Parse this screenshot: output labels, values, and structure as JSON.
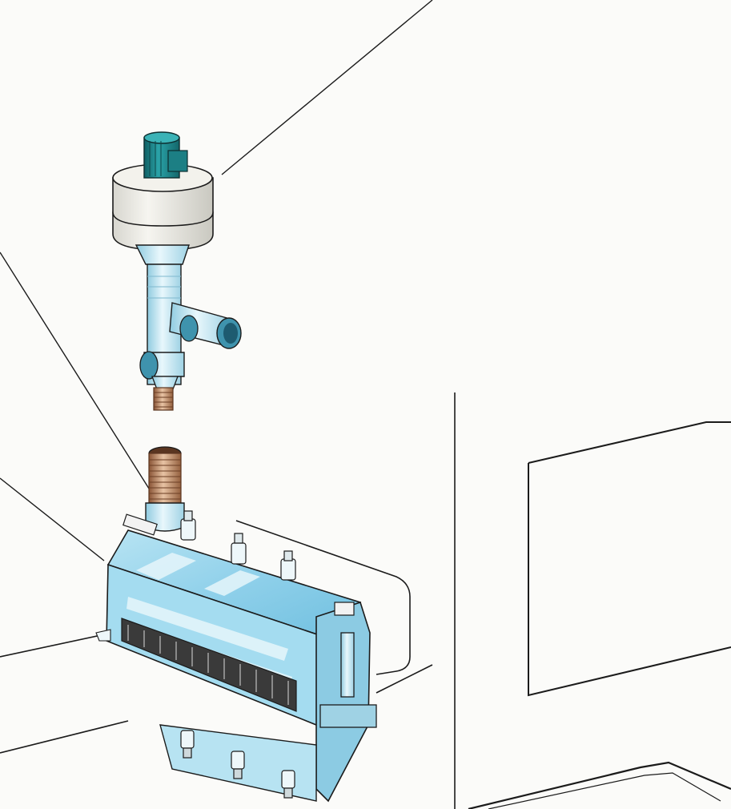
{
  "figure": {
    "parts": [
      {
        "id": "extraction-fan",
        "icon": "fan-motor-icon"
      },
      {
        "id": "flexible-hose",
        "icon": "hose-icon"
      },
      {
        "id": "suction-hood",
        "icon": "hood-icon"
      }
    ],
    "leader_lines": [
      {
        "id": "fan",
        "points_to": "extraction-fan"
      },
      {
        "id": "hose",
        "points_to": "flexible-hose"
      },
      {
        "id": "hood",
        "points_to": "suction-hood"
      }
    ],
    "colors": {
      "paper": "#fbfbf9",
      "outline": "#1b1b1b",
      "motor_teal": "#1f8a8e",
      "fan_housing": "#ecebe4",
      "pipe_blue": "#bfe3ef",
      "hood_blue": "#9fd8ee",
      "hood_highlight": "#e6f6fb",
      "hose_copper": "#b77d58",
      "machine_frame": "#f7f7f5"
    }
  }
}
